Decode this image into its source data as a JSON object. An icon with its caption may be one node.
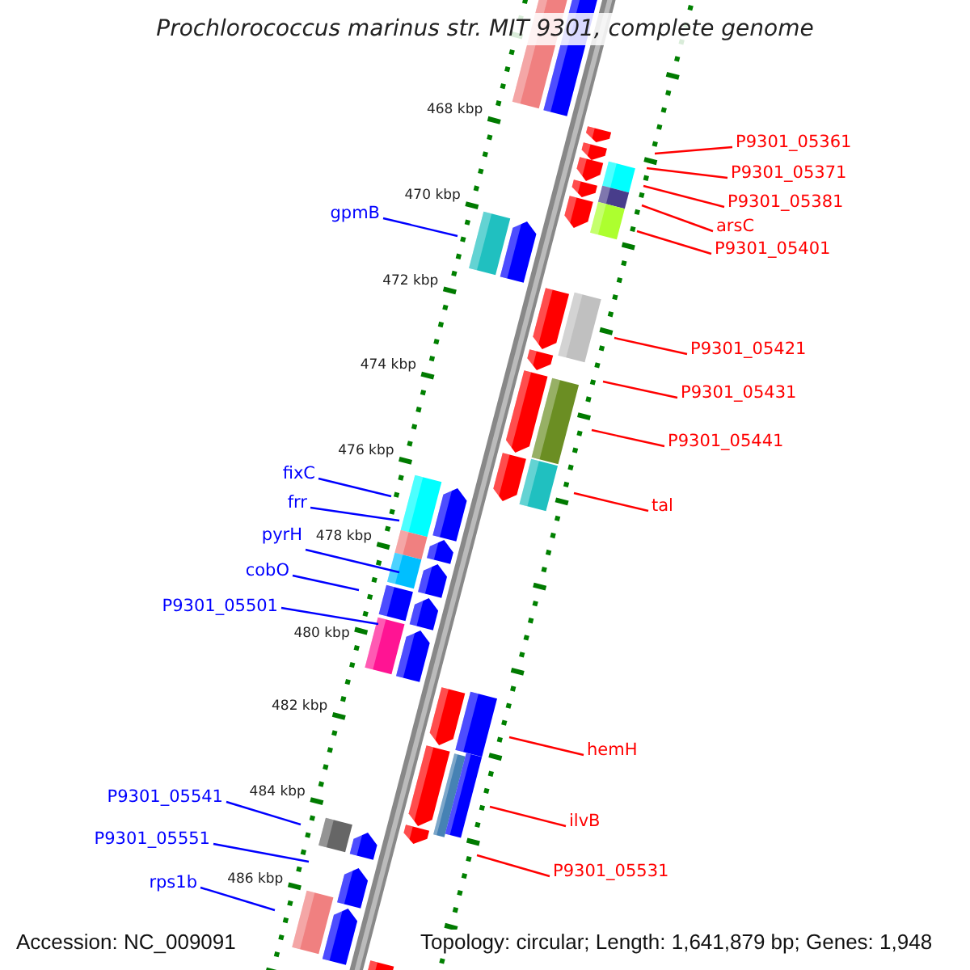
{
  "diagram": {
    "title": "Prochlorococcus marinus str. MIT 9301, complete genome",
    "nodes": [
      {
        "text": [
          "P9301_05361"
        ]
      },
      {
        "text": [
          "P9301_05371"
        ]
      },
      {
        "text": [
          "gpmB"
        ]
      },
      {
        "text": [
          "P9301_05381"
        ]
      },
      {
        "text": [
          "arsC"
        ]
      },
      {
        "text": [
          "P9301_05401"
        ]
      },
      {
        "text": [
          "P9301_05421"
        ]
      },
      {
        "text": [
          "P9301_05431"
        ]
      },
      {
        "text": [
          "P9301_05441"
        ]
      },
      {
        "text": [
          "fixC"
        ]
      },
      {
        "text": [
          "frr"
        ]
      },
      {
        "text": [
          "tal"
        ]
      },
      {
        "text": [
          "pyrH"
        ]
      },
      {
        "text": [
          "cobO"
        ]
      },
      {
        "text": [
          "P9301_05501"
        ]
      },
      {
        "text": [
          "hemH"
        ]
      },
      {
        "text": [
          "P9301_05541"
        ]
      },
      {
        "text": [
          "ilvB"
        ]
      },
      {
        "text": [
          "P9301_05551"
        ]
      },
      {
        "text": [
          "P9301_05531"
        ]
      },
      {
        "text": [
          "rps1b"
        ]
      }
    ],
    "edges": [
      {
        "from": 0,
        "to": null,
        "arrow": "none"
      },
      {
        "from": 1,
        "to": null,
        "arrow": "none"
      },
      {
        "from": 2,
        "to": null,
        "arrow": "none",
        "color": "#0000ff"
      },
      {
        "from": 3,
        "to": null,
        "arrow": "none"
      },
      {
        "from": 4,
        "to": null,
        "arrow": "none"
      },
      {
        "from": 5,
        "to": null,
        "arrow": "none"
      },
      {
        "from": 6,
        "to": null,
        "arrow": "none"
      },
      {
        "from": 7,
        "to": null,
        "arrow": "none"
      },
      {
        "from": 8,
        "to": null,
        "arrow": "none"
      },
      {
        "from": 9,
        "to": null,
        "arrow": "none",
        "color": "#0000ff"
      },
      {
        "from": 10,
        "to": null,
        "arrow": "none",
        "color": "#0000ff"
      },
      {
        "from": 11,
        "to": null,
        "arrow": "none"
      },
      {
        "from": 12,
        "to": null,
        "arrow": "none",
        "color": "#0000ff"
      },
      {
        "from": 13,
        "to": null,
        "arrow": "none",
        "color": "#0000ff"
      },
      {
        "from": 14,
        "to": null,
        "arrow": "none",
        "color": "#0000ff"
      },
      {
        "from": 15,
        "to": null,
        "arrow": "none"
      },
      {
        "from": 16,
        "to": null,
        "arrow": "none",
        "color": "#0000ff"
      },
      {
        "from": 17,
        "to": null,
        "arrow": "none"
      },
      {
        "from": 18,
        "to": null,
        "arrow": "none",
        "color": "#0000ff"
      },
      {
        "from": 19,
        "to": null,
        "arrow": "none"
      },
      {
        "from": 20,
        "to": null,
        "arrow": "none",
        "color": "#0000ff"
      }
    ],
    "labels": [
      "468 kbp",
      "470 kbp",
      "472 kbp",
      "474 kbp",
      "476 kbp",
      "478 kbp",
      "480 kbp",
      "482 kbp",
      "484 kbp",
      "486 kbp",
      "Accession: NC_009091",
      "Topology: circular; Length: 1,641,879 bp; Genes: 1,948"
    ]
  }
}
